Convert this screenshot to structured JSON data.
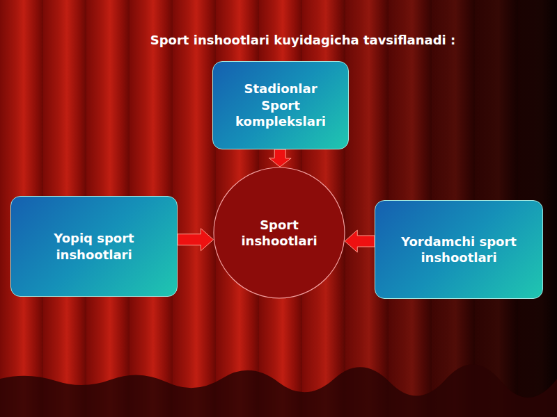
{
  "diagram": {
    "title": "Sport inshootlari kuyidagicha tavsiflanadi :",
    "nodes": [
      {
        "text": [
          "Stadionlar Sport komplekslari"
        ]
      },
      {
        "text": [
          "Yopiq sport inshootlari"
        ]
      },
      {
        "text": [
          "Sport inshootlari"
        ]
      },
      {
        "text": [
          "Yordamchi sport inshootlari"
        ]
      }
    ],
    "edges": [
      {
        "from": 0,
        "to": 2,
        "arrow": "to"
      },
      {
        "from": 1,
        "to": 2,
        "arrow": "to"
      },
      {
        "from": 3,
        "to": 2,
        "arrow": "to"
      }
    ]
  }
}
